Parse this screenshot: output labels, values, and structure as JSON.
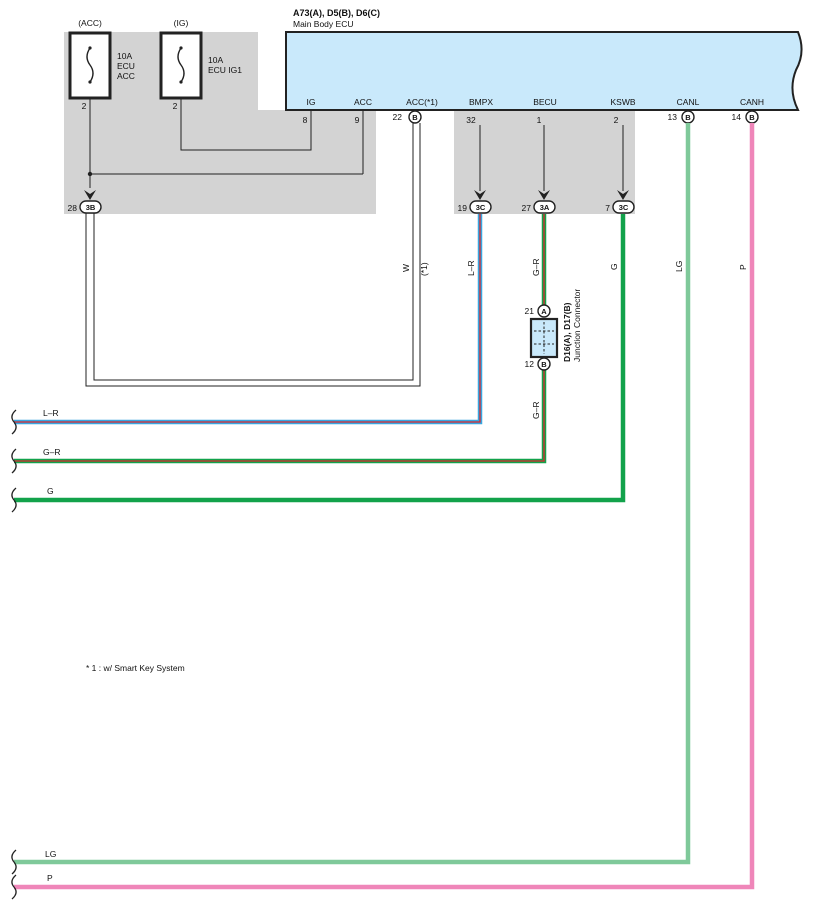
{
  "ecu": {
    "code": "A73(A), D5(B), D6(C)",
    "name": "Main Body ECU",
    "pins": [
      {
        "name": "IG",
        "number": "8"
      },
      {
        "name": "ACC",
        "number": "9"
      },
      {
        "name": "ACC(*1)",
        "number": "22",
        "connector": "B"
      },
      {
        "name": "BMPX",
        "number": "32"
      },
      {
        "name": "BECU",
        "number": "1"
      },
      {
        "name": "KSWB",
        "number": "2"
      },
      {
        "name": "CANL",
        "number": "13",
        "connector": "B"
      },
      {
        "name": "CANH",
        "number": "14",
        "connector": "B"
      }
    ]
  },
  "fuses": [
    {
      "label": "(ACC)",
      "amp": "10A",
      "line1": "ECU",
      "line2": "ACC",
      "pin": "2"
    },
    {
      "label": "(IG)",
      "amp": "10A",
      "line1": "ECU IG1",
      "line2": "",
      "pin": "2"
    }
  ],
  "junction_connectors": [
    {
      "pin": "28",
      "connector": "3B"
    },
    {
      "pin": "19",
      "connector": "3C"
    },
    {
      "pin": "27",
      "connector": "3A"
    },
    {
      "pin": "7",
      "connector": "3C"
    }
  ],
  "junction_box": {
    "code": "D16(A), D17(B)",
    "name": "Junction Connector",
    "top_pin": "21",
    "top_conn": "A",
    "bottom_pin": "12",
    "bottom_conn": "B"
  },
  "wire_labels": {
    "w": "W",
    "w_note": "(*1)",
    "lr": "L–R",
    "gr_top": "G–R",
    "gr_bottom": "G–R",
    "g": "G",
    "lg": "LG",
    "p": "P"
  },
  "left_labels": [
    "L–R",
    "G–R",
    "G",
    "LG",
    "P"
  ],
  "footnote": "* 1 : w/ Smart Key System",
  "colors": {
    "lg": "#7fc99a",
    "p": "#ef86b9",
    "g": "#12a24b",
    "red": "#d7282f",
    "blue": "#38a6e0",
    "grey_area": "#d3d3d3",
    "ecu_fill": "#c9e9fb",
    "junction_fill": "#c9e9fb"
  }
}
